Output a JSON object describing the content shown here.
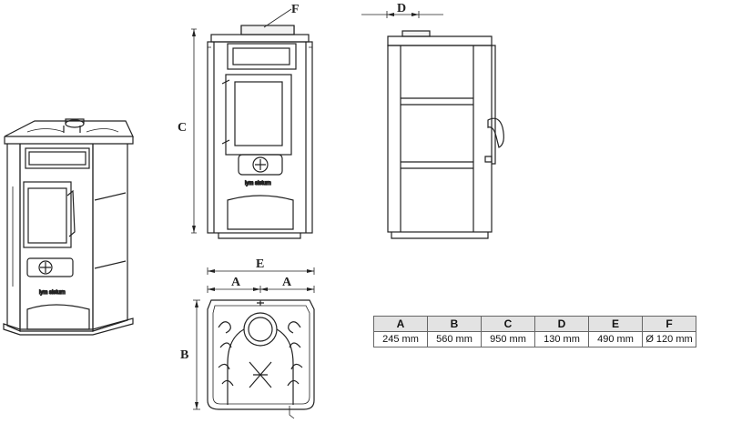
{
  "labels": {
    "f": "F",
    "d": "D",
    "c": "C",
    "e": "E",
    "a_left": "A",
    "a_right": "A",
    "b": "B"
  },
  "brand": {
    "front": "lym sisturn",
    "perspective": "lym sisturn"
  },
  "table": {
    "headers": [
      "A",
      "B",
      "C",
      "D",
      "E",
      "F"
    ],
    "values": [
      "245 mm",
      "560 mm",
      "950 mm",
      "130 mm",
      "490 mm",
      "Ø 120 mm"
    ]
  }
}
